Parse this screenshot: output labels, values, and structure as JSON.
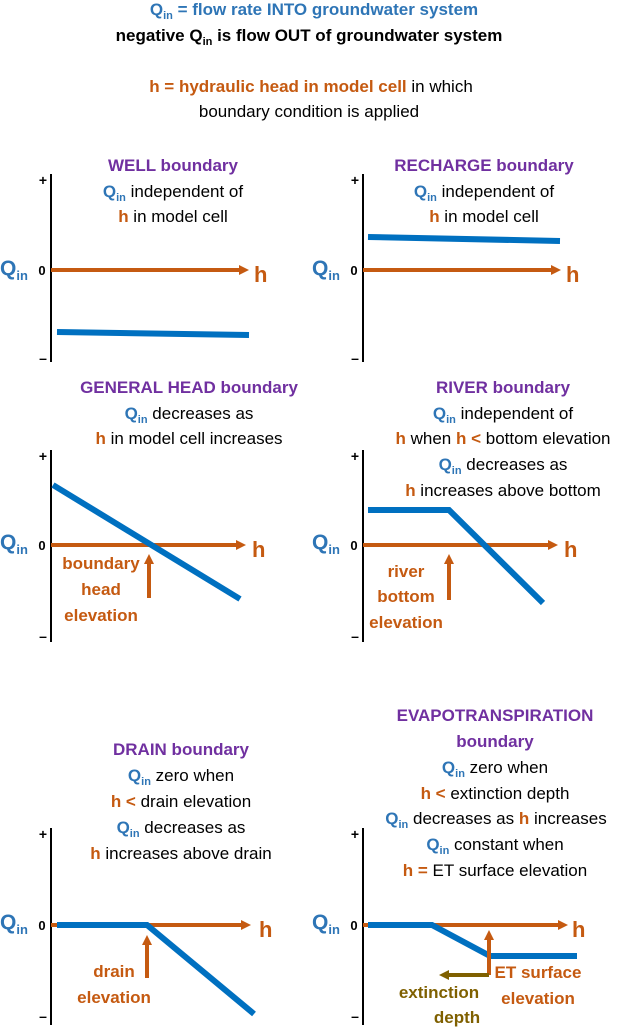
{
  "colors": {
    "blue": "#2E75B6",
    "line_blue": "#0070C0",
    "orange": "#C55A11",
    "purple": "#7030A0",
    "olive": "#7F6000",
    "black": "#000000"
  },
  "header": {
    "line1_q": "Q",
    "line1_sub": "in",
    "line1_rest": " = flow rate INTO groundwater system",
    "line2_pre": "negative Q",
    "line2_sub": "in",
    "line2_rest": " is flow OUT of groundwater system",
    "line3_bold": "h = hydraulic head in model cell",
    "line3_rest": " in which",
    "line4": "boundary condition is applied"
  },
  "axes": {
    "q": "Q",
    "q_sub": "in",
    "zero": "0",
    "plus": "+",
    "minus": "–",
    "h": "h"
  },
  "panels": {
    "well": {
      "title": "WELL boundary",
      "q": "Q",
      "sub": "in",
      "l1_rest": " independent of",
      "l2_h": "h",
      "l2_rest": " in model cell"
    },
    "recharge": {
      "title": "RECHARGE boundary",
      "q": "Q",
      "sub": "in",
      "l1_rest": " independent of",
      "l2_h": "h",
      "l2_rest": " in model cell"
    },
    "ghb": {
      "title": "GENERAL HEAD boundary",
      "q": "Q",
      "sub": "in",
      "l1_rest": " decreases as",
      "l2_h": "h",
      "l2_rest": " in model cell increases",
      "marker": [
        "boundary",
        "head",
        "elevation"
      ]
    },
    "river": {
      "title": "RIVER boundary",
      "q": "Q",
      "sub": "in",
      "l1_rest": " independent of",
      "l2_h": "h",
      "l2_mid": " when ",
      "l2_h2": "h <",
      "l2_rest": " bottom elevation",
      "l3_rest": " decreases as",
      "l4_h": "h",
      "l4_rest": " increases above bottom",
      "marker": [
        "river",
        "bottom",
        "elevation"
      ]
    },
    "drain": {
      "title": "DRAIN boundary",
      "q": "Q",
      "sub": "in",
      "l1_rest": " zero when",
      "l2_h": "h <",
      "l2_rest": " drain elevation",
      "l3_rest": " decreases as",
      "l4_h": "h",
      "l4_rest": " increases above drain",
      "marker": [
        "drain",
        "elevation"
      ]
    },
    "et": {
      "title1": "EVAPOTRANSPIRATION",
      "title2": "boundary",
      "q": "Q",
      "sub": "in",
      "l1_rest": " zero when",
      "l2_h": "h <",
      "l2_rest": " extinction depth",
      "l3_rest": " decreases as ",
      "l3_h": "h",
      "l3_rest2": " increases",
      "l4_rest": " constant when",
      "l5_h": "h =",
      "l5_rest": " ET surface elevation",
      "marker1": [
        "ET surface",
        "elevation"
      ],
      "marker2": [
        "extinction",
        "depth"
      ]
    }
  }
}
